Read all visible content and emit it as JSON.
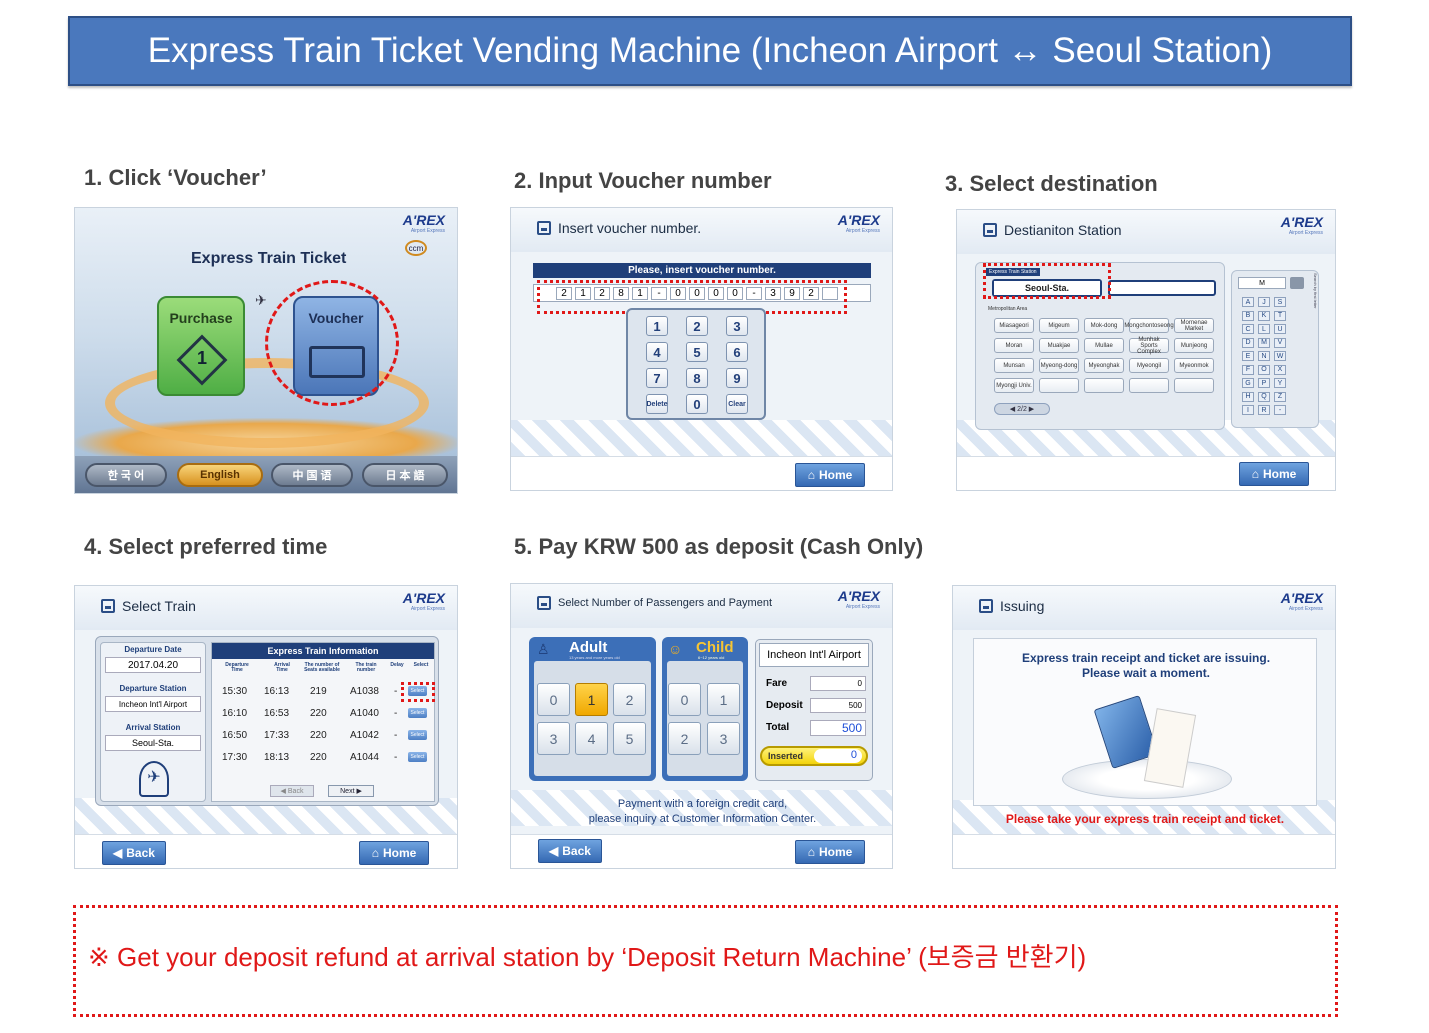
{
  "header": {
    "title": "Express Train Ticket Vending Machine (Incheon Airport ↔ Seoul Station)"
  },
  "steps": {
    "s1": "1. Click ‘Voucher’",
    "s2": "2. Input Voucher number",
    "s3": "3. Select destination",
    "s4": "4. Select preferred time",
    "s5": "5. Pay KRW 500 as deposit (Cash Only)"
  },
  "logo": {
    "brand": "A'REX",
    "sub": "Airport Express",
    "badge": "ccm"
  },
  "screen1": {
    "title": "Express Train Ticket",
    "purchase": "Purchase",
    "purchase_number": "1",
    "voucher": "Voucher",
    "languages": [
      "한 국 어",
      "English",
      "中 国 语",
      "日 本 語"
    ]
  },
  "screen2": {
    "title": "Insert voucher number.",
    "prompt": "Please, insert voucher number.",
    "digits": [
      "2",
      "1",
      "2",
      "8",
      "1",
      "-",
      "0",
      "0",
      "0",
      "0",
      "-",
      "3",
      "9",
      "2",
      ""
    ],
    "keys": [
      "1",
      "2",
      "3",
      "4",
      "5",
      "6",
      "7",
      "8",
      "9",
      "Delete",
      "0",
      "Clear"
    ],
    "home": "Home"
  },
  "screen3": {
    "title": "Destianiton Station",
    "header_label": "Express Train Station",
    "selected": "Seoul-Sta.",
    "area": "Metropolitan Area",
    "stations": [
      "Miasageori",
      "Migeum",
      "Mok-dong",
      "Mongchontoseong",
      "Mornenae Market",
      "Moran",
      "Muakjae",
      "Mullae",
      "Munhak Sports Complex",
      "Munjeong",
      "Munsan",
      "Myeong-dong",
      "Myeonghak",
      "Myeongil",
      "Myeonmok",
      "Myongji Univ.",
      "",
      "",
      "",
      ""
    ],
    "page": "2/2",
    "search_text": "M",
    "search_side": "Search by first letter",
    "letters": [
      "A",
      "J",
      "S",
      "B",
      "K",
      "T",
      "C",
      "L",
      "U",
      "D",
      "M",
      "V",
      "E",
      "N",
      "W",
      "F",
      "O",
      "X",
      "G",
      "P",
      "Y",
      "H",
      "Q",
      "Z",
      "I",
      "R",
      "-"
    ],
    "home": "Home"
  },
  "screen4": {
    "title": "Select Train",
    "dep_date_label": "Departure Date",
    "dep_date": "2017.04.20",
    "dep_station_label": "Departure Station",
    "dep_station": "Incheon Int'l Airport",
    "arr_station_label": "Arrival Station",
    "arr_station": "Seoul-Sta.",
    "info_title": "Express Train Information",
    "columns": [
      "Departure Time",
      "Arrival Time",
      "The number of Seats available",
      "The train number",
      "Delay",
      "Select"
    ],
    "rows": [
      {
        "dep": "15:30",
        "arr": "16:13",
        "seats": "219",
        "train": "A1038",
        "delay": "-",
        "select": "Select"
      },
      {
        "dep": "16:10",
        "arr": "16:53",
        "seats": "220",
        "train": "A1040",
        "delay": "-",
        "select": "Select"
      },
      {
        "dep": "16:50",
        "arr": "17:33",
        "seats": "220",
        "train": "A1042",
        "delay": "-",
        "select": "Select"
      },
      {
        "dep": "17:30",
        "arr": "18:13",
        "seats": "220",
        "train": "A1044",
        "delay": "-",
        "select": "Select"
      }
    ],
    "back_small": "Back",
    "next_small": "Next",
    "back": "Back",
    "home": "Home"
  },
  "screen5": {
    "title": "Select Number of Passengers and Payment",
    "adult": "Adult",
    "adult_sub": "13 years and more years old",
    "child": "Child",
    "child_sub": "6~12 years old",
    "adult_keys": [
      "0",
      "1",
      "2",
      "3",
      "4",
      "5"
    ],
    "child_keys": [
      "0",
      "1",
      "2",
      "3"
    ],
    "route": "Incheon Int'l Airport",
    "fare_label": "Fare",
    "fare": "0",
    "deposit_label": "Deposit",
    "deposit": "500",
    "total_label": "Total",
    "total": "500",
    "inserted_label": "Inserted",
    "inserted": "0",
    "note1": "Payment with a foreign credit card,",
    "note2": "please inquiry at Customer Information Center.",
    "back": "Back",
    "home": "Home"
  },
  "screen6": {
    "title": "Issuing",
    "msg1": "Express train receipt and ticket are issuing.",
    "msg2": "Please wait a moment.",
    "take": "Please take your express train receipt and ticket."
  },
  "notice": "※ Get your deposit refund at arrival station by ‘Deposit Return Machine’ (보증금 반환기)",
  "colors": {
    "banner": "#4a78bd",
    "accent_red": "#e01818",
    "panel_blue": "#2a4d86"
  }
}
